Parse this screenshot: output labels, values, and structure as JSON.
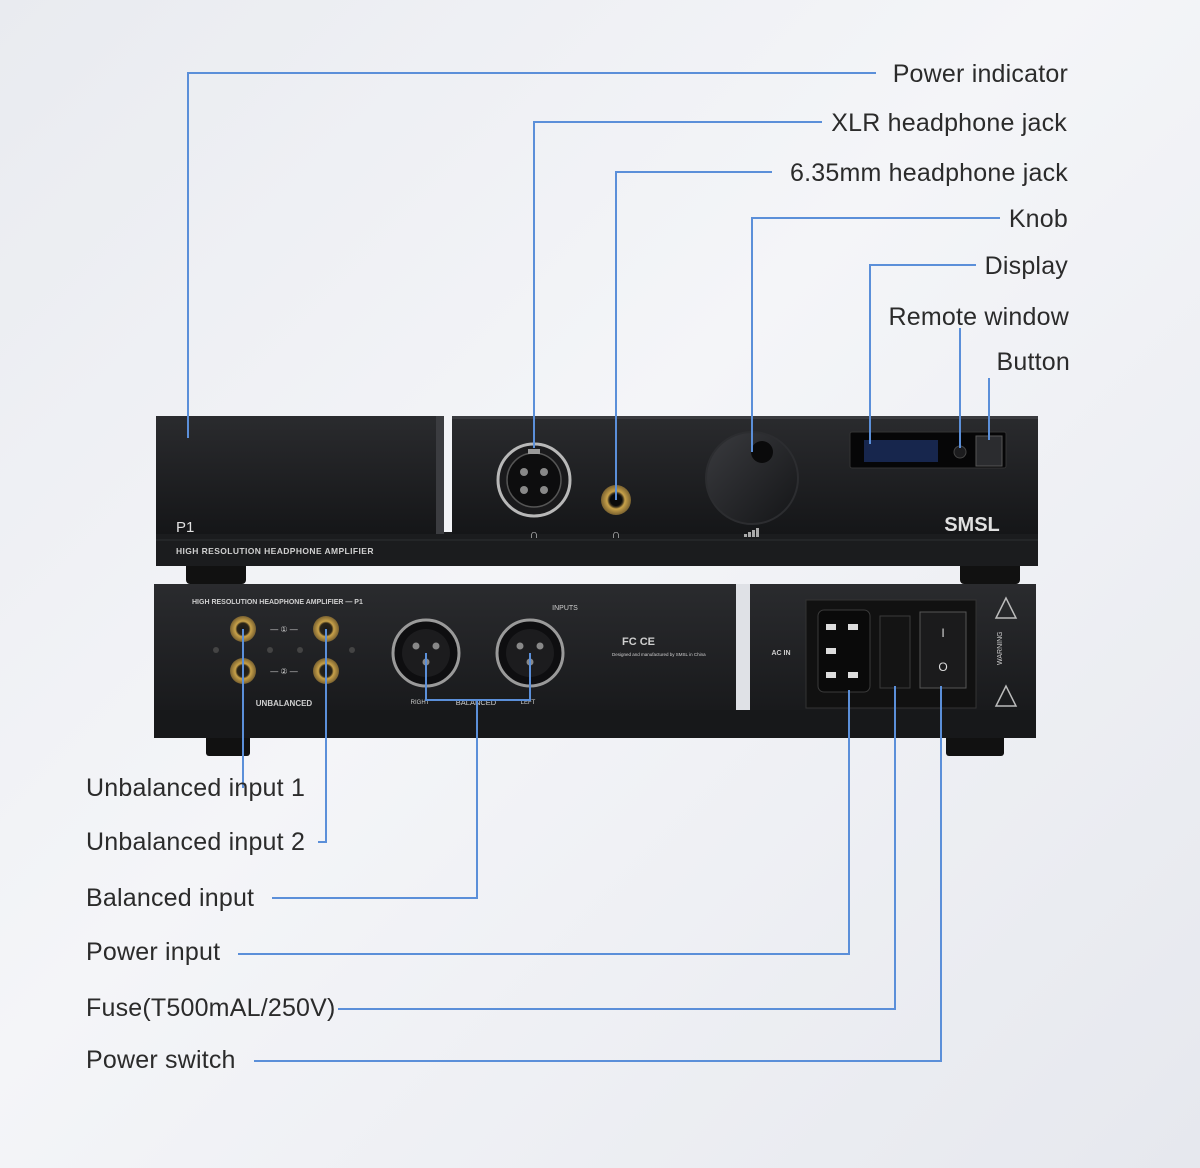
{
  "labels": {
    "power_indicator": "Power indicator",
    "xlr_jack": "XLR headphone jack",
    "jack_635": "6.35mm headphone jack",
    "knob": "Knob",
    "display": "Display",
    "remote_window": "Remote window",
    "button": "Button",
    "unbalanced_1": "Unbalanced input 1",
    "unbalanced_2": "Unbalanced input 2",
    "balanced_input": "Balanced input",
    "power_input": "Power input",
    "fuse": "Fuse(T500mAL/250V)",
    "power_switch": "Power switch"
  },
  "device": {
    "model": "P1",
    "front_subtitle": "HIGH RESOLUTION HEADPHONE AMPLIFIER",
    "brand": "SMSL",
    "rear_title": "HIGH RESOLUTION HEADPHONE AMPLIFIER — P1",
    "unbalanced_panel": "UNBALANCED",
    "balanced_panel": "BALANCED",
    "ac_in": "AC IN",
    "inputs_tag": "INPUTS",
    "right_tag": "RIGHT",
    "left_tag": "LEFT",
    "warning": "WARNING",
    "cert": "FC CE",
    "designed": "Designed and manufactured by SMSL in China"
  },
  "colors": {
    "callout_line": "#5b8fd9",
    "chassis": "#1f2022",
    "background": "#eceef2"
  }
}
